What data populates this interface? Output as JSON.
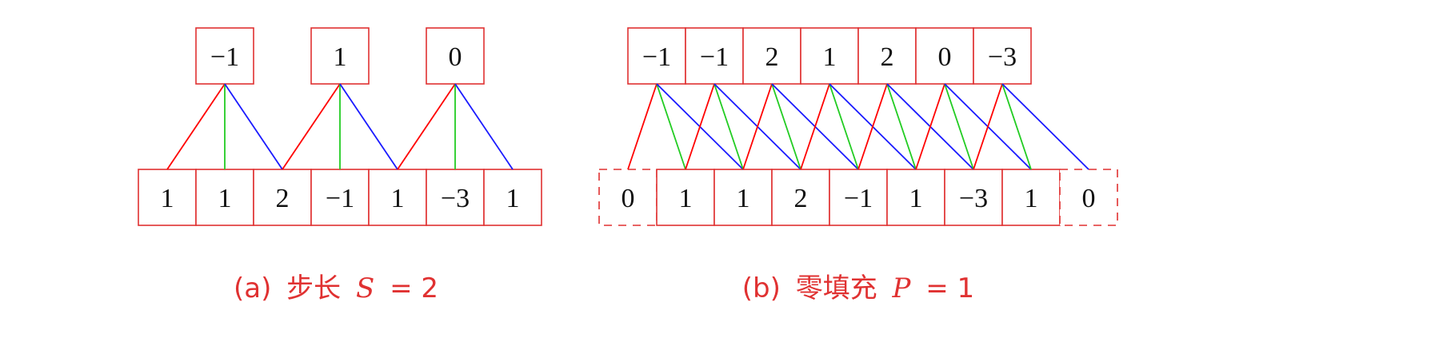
{
  "panel_a": {
    "inputs": [
      "1",
      "1",
      "2",
      "−1",
      "1",
      "−3",
      "1"
    ],
    "outputs": [
      "−1",
      "1",
      "0"
    ],
    "stride": 2,
    "padding": 0,
    "caption_label": "(a)",
    "caption_text": "步长",
    "caption_var": "S",
    "caption_eq": "= 2"
  },
  "panel_b": {
    "inputs": [
      "0",
      "1",
      "1",
      "2",
      "−1",
      "1",
      "−3",
      "1",
      "0"
    ],
    "padded_indices": [
      0,
      8
    ],
    "outputs": [
      "−1",
      "−1",
      "2",
      "1",
      "2",
      "0",
      "−3"
    ],
    "stride": 1,
    "padding": 1,
    "caption_label": "(b)",
    "caption_text": "零填充",
    "caption_var": "P",
    "caption_eq": "= 1"
  },
  "colors": {
    "cell_border": "#e03131",
    "edge_left": "#ff0000",
    "edge_center": "#22cc22",
    "edge_right": "#1a1aff",
    "caption": "#e03131"
  }
}
